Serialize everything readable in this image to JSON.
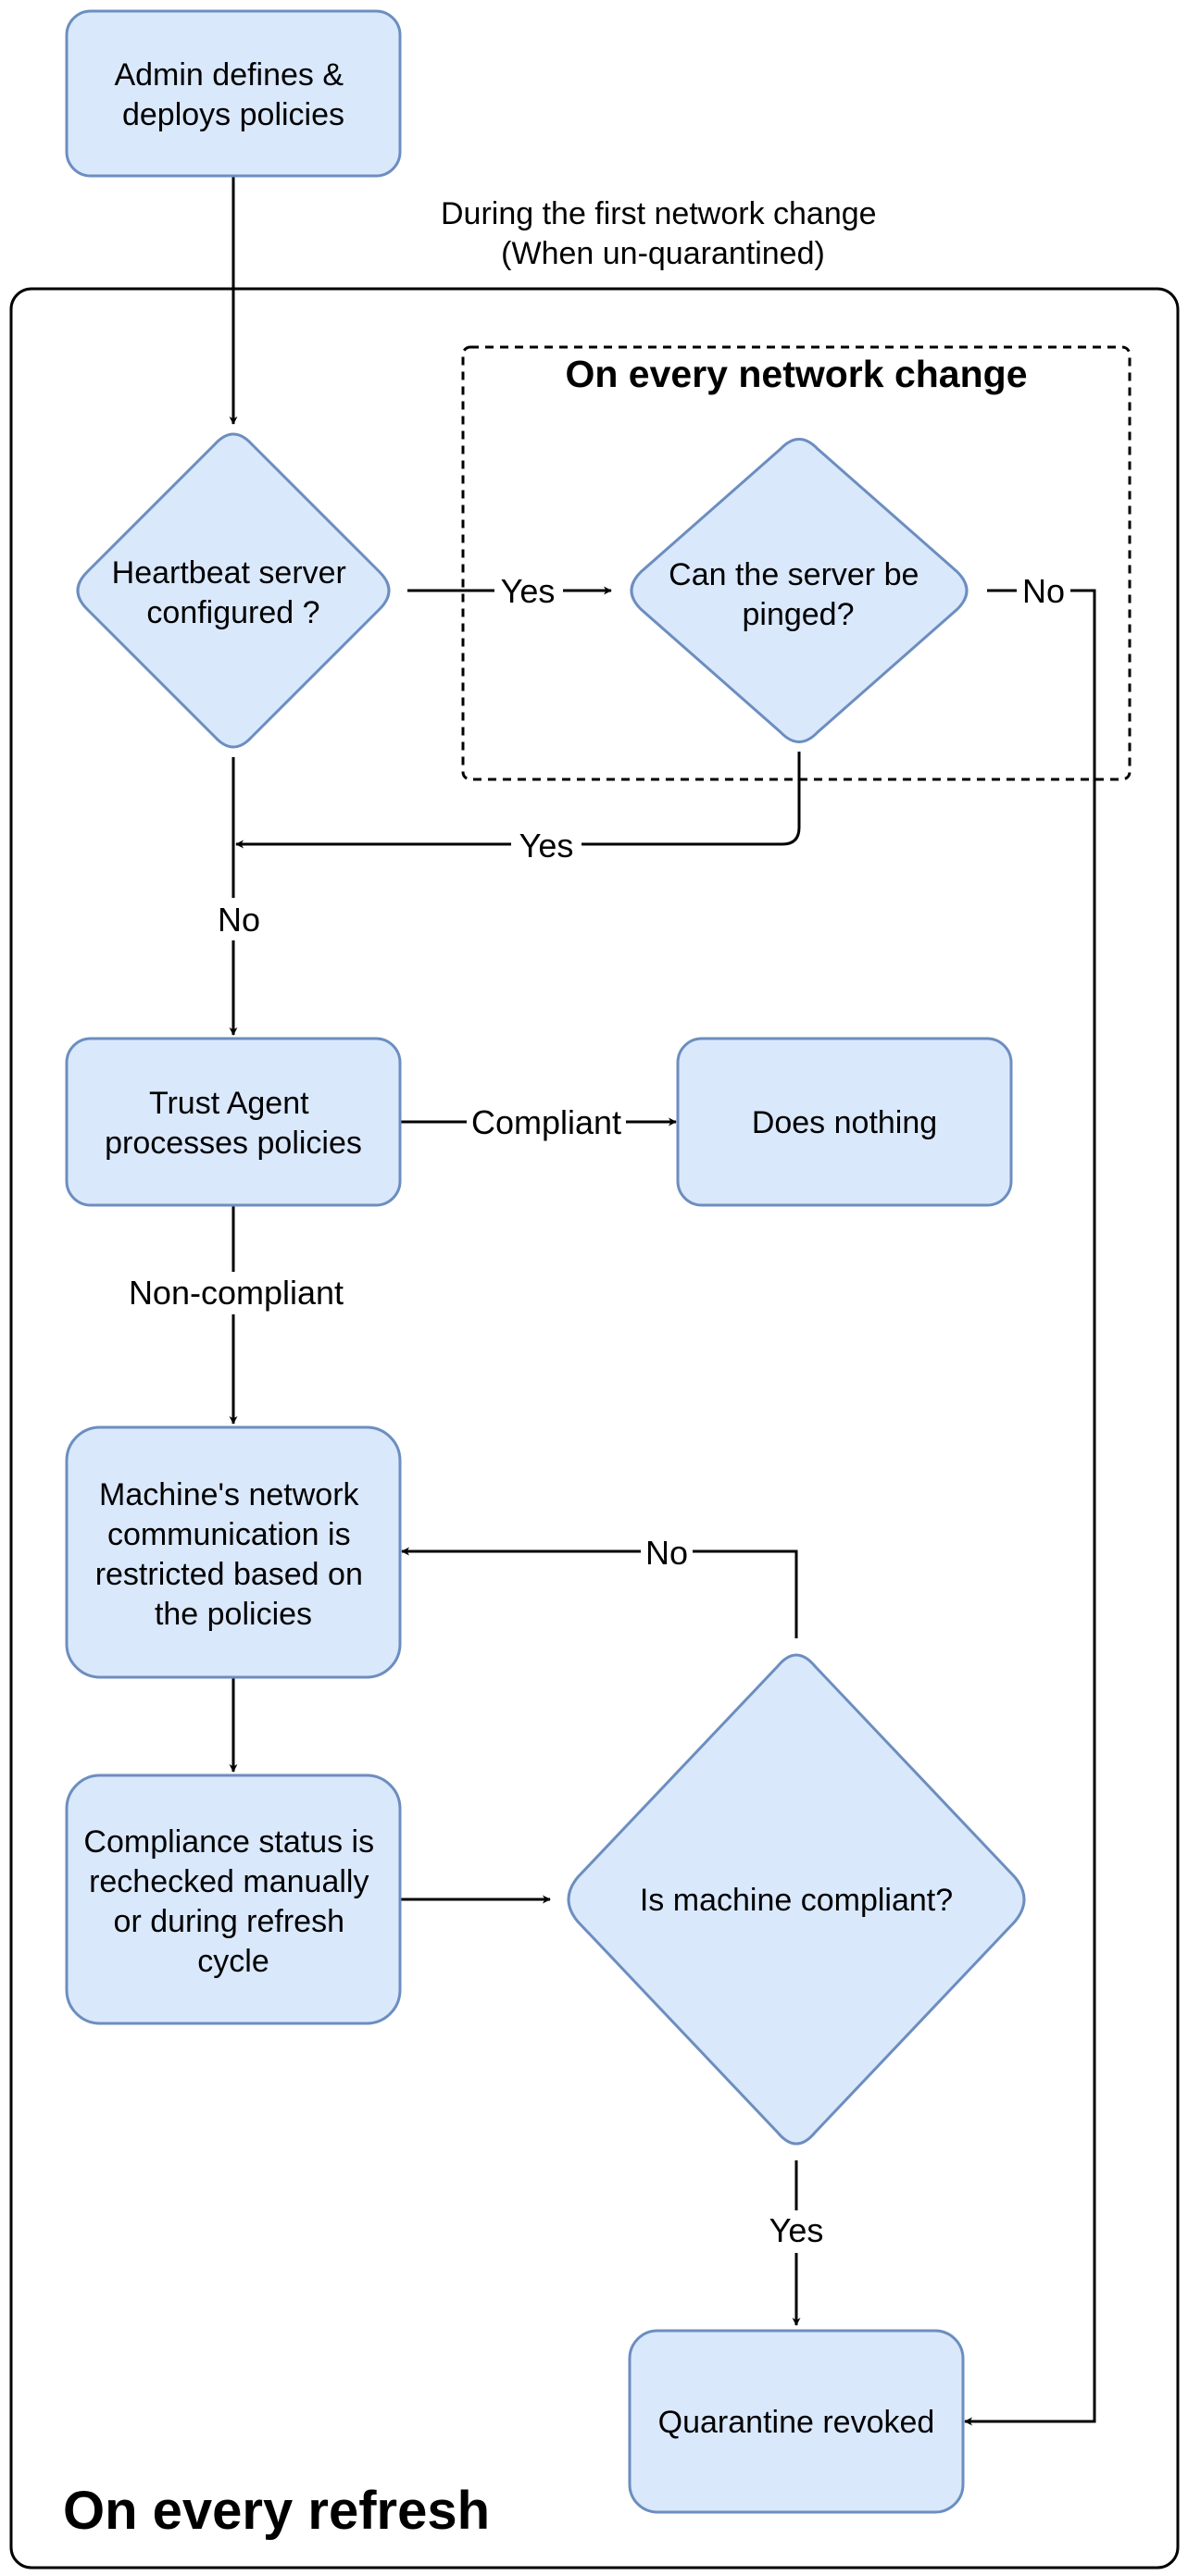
{
  "nodes": {
    "admin": [
      "Admin defines &",
      "deploys policies"
    ],
    "heartbeat": [
      "Heartbeat server",
      "configured ?"
    ],
    "ping": [
      "Can the server be",
      "pinged?"
    ],
    "trust_agent": [
      "Trust Agent",
      "processes policies"
    ],
    "does_nothing": [
      "Does nothing"
    ],
    "restricted": [
      "Machine's network",
      "communication is",
      "restricted based on",
      "the policies"
    ],
    "recheck": [
      "Compliance status is",
      "rechecked manually",
      "or during refresh",
      "cycle"
    ],
    "compliant_q": [
      "Is machine compliant?"
    ],
    "revoked": [
      "Quarantine revoked"
    ]
  },
  "captions": {
    "first_change": [
      "During the first network change",
      "(When un-quarantined)"
    ],
    "every_network_change": "On every network change",
    "every_refresh": "On every refresh"
  },
  "edge_labels": {
    "heartbeat_yes": "Yes",
    "ping_no": "No",
    "ping_yes": "Yes",
    "heartbeat_no": "No",
    "compliant": "Compliant",
    "non_compliant": "Non-compliant",
    "compliant_no": "No",
    "compliant_yes": "Yes"
  },
  "colors": {
    "node_fill": "#dae8fc",
    "node_stroke": "#6c8ebf",
    "line": "#000000"
  }
}
